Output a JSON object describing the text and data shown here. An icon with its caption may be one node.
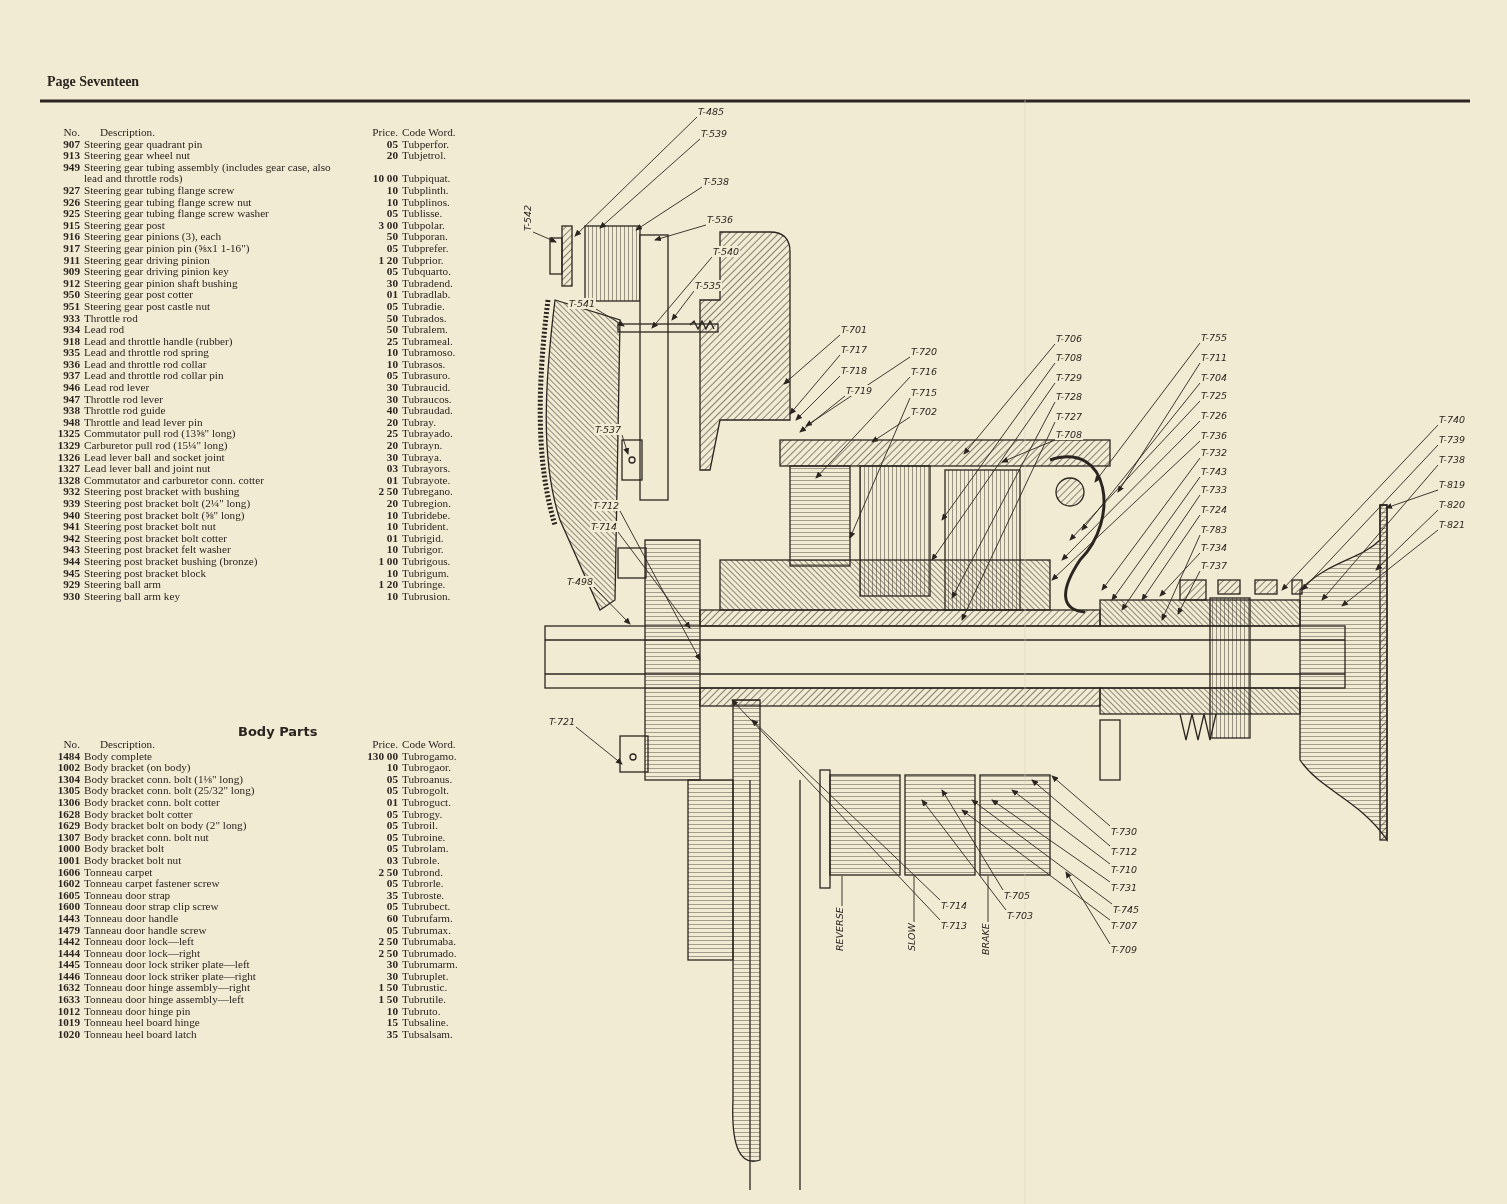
{
  "diagram": {
    "nodes": [
      {
        "text": [
          "T-485"
        ]
      },
      {
        "text": [
          "T-539"
        ]
      },
      {
        "text": [
          "T-538"
        ]
      },
      {
        "text": [
          "T-542"
        ]
      },
      {
        "text": [
          "T-536"
        ]
      },
      {
        "text": [
          "T-540"
        ]
      },
      {
        "text": [
          "T-541"
        ]
      },
      {
        "text": [
          "T-535"
        ]
      },
      {
        "text": [
          "T-701"
        ]
      },
      {
        "text": [
          "T-717"
        ]
      },
      {
        "text": [
          "T-718"
        ]
      },
      {
        "text": [
          "T-720"
        ]
      },
      {
        "text": [
          "T-716"
        ]
      },
      {
        "text": [
          "T-719"
        ]
      },
      {
        "text": [
          "T-715"
        ]
      },
      {
        "text": [
          "T-702"
        ]
      },
      {
        "text": [
          "T-537"
        ]
      },
      {
        "text": [
          "T-712"
        ]
      },
      {
        "text": [
          "T-714"
        ]
      },
      {
        "text": [
          "T-498"
        ]
      },
      {
        "text": [
          "T-706"
        ]
      },
      {
        "text": [
          "T-708"
        ]
      },
      {
        "text": [
          "T-729"
        ]
      },
      {
        "text": [
          "T-728"
        ]
      },
      {
        "text": [
          "T-727"
        ]
      },
      {
        "text": [
          "T-708"
        ]
      },
      {
        "text": [
          "T-755"
        ]
      },
      {
        "text": [
          "T-711"
        ]
      },
      {
        "text": [
          "T-704"
        ]
      },
      {
        "text": [
          "T-725"
        ]
      },
      {
        "text": [
          "T-726"
        ]
      },
      {
        "text": [
          "T-736"
        ]
      },
      {
        "text": [
          "T-732"
        ]
      },
      {
        "text": [
          "T-743"
        ]
      },
      {
        "text": [
          "T-733"
        ]
      },
      {
        "text": [
          "T-724"
        ]
      },
      {
        "text": [
          "T-783"
        ]
      },
      {
        "text": [
          "T-734"
        ]
      },
      {
        "text": [
          "T-737"
        ]
      },
      {
        "text": [
          "T-740"
        ]
      },
      {
        "text": [
          "T-739"
        ]
      },
      {
        "text": [
          "T-738"
        ]
      },
      {
        "text": [
          "T-819"
        ]
      },
      {
        "text": [
          "T-820"
        ]
      },
      {
        "text": [
          "T-821"
        ]
      },
      {
        "text": [
          "T-721"
        ]
      },
      {
        "text": [
          "T-730"
        ]
      },
      {
        "text": [
          "T-712"
        ]
      },
      {
        "text": [
          "T-710"
        ]
      },
      {
        "text": [
          "T-731"
        ]
      },
      {
        "text": [
          "T-745"
        ]
      },
      {
        "text": [
          "T-707"
        ]
      },
      {
        "text": [
          "T-709"
        ]
      },
      {
        "text": [
          "T-705"
        ]
      },
      {
        "text": [
          "T-703"
        ]
      },
      {
        "text": [
          "T-714"
        ]
      },
      {
        "text": [
          "T-713"
        ]
      },
      {
        "text": [
          "REVERSE"
        ]
      },
      {
        "text": [
          "SLOW"
        ]
      },
      {
        "text": [
          "BRAKE"
        ]
      }
    ],
    "edges": [
      {
        "from": 0,
        "to": null,
        "arrow": "to"
      },
      {
        "from": 1,
        "to": null,
        "arrow": "to"
      },
      {
        "from": 2,
        "to": null,
        "arrow": "to"
      },
      {
        "from": 3,
        "to": null,
        "arrow": "to"
      },
      {
        "from": 4,
        "to": null,
        "arrow": "to"
      },
      {
        "from": 5,
        "to": null,
        "arrow": "to"
      },
      {
        "from": 6,
        "to": null,
        "arrow": "to"
      },
      {
        "from": 7,
        "to": null,
        "arrow": "to"
      },
      {
        "from": 8,
        "to": null,
        "arrow": "to"
      },
      {
        "from": 9,
        "to": null,
        "arrow": "to"
      },
      {
        "from": 10,
        "to": null,
        "arrow": "to"
      },
      {
        "from": 11,
        "to": null,
        "arrow": "to"
      },
      {
        "from": 12,
        "to": null,
        "arrow": "to"
      },
      {
        "from": 13,
        "to": null,
        "arrow": "to"
      },
      {
        "from": 14,
        "to": null,
        "arrow": "to"
      },
      {
        "from": 15,
        "to": null,
        "arrow": "to"
      },
      {
        "from": 16,
        "to": null,
        "arrow": "to"
      },
      {
        "from": 17,
        "to": null,
        "arrow": "to"
      },
      {
        "from": 18,
        "to": null,
        "arrow": "to"
      },
      {
        "from": 19,
        "to": null,
        "arrow": "to"
      },
      {
        "from": 20,
        "to": null,
        "arrow": "to"
      },
      {
        "from": 21,
        "to": null,
        "arrow": "to"
      },
      {
        "from": 22,
        "to": null,
        "arrow": "to"
      },
      {
        "from": 23,
        "to": null,
        "arrow": "to"
      },
      {
        "from": 24,
        "to": null,
        "arrow": "to"
      },
      {
        "from": 25,
        "to": null,
        "arrow": "to"
      },
      {
        "from": 26,
        "to": null,
        "arrow": "to"
      },
      {
        "from": 27,
        "to": null,
        "arrow": "to"
      },
      {
        "from": 28,
        "to": null,
        "arrow": "to"
      },
      {
        "from": 29,
        "to": null,
        "arrow": "to"
      },
      {
        "from": 30,
        "to": null,
        "arrow": "to"
      },
      {
        "from": 31,
        "to": null,
        "arrow": "to"
      },
      {
        "from": 32,
        "to": null,
        "arrow": "to"
      },
      {
        "from": 33,
        "to": null,
        "arrow": "to"
      },
      {
        "from": 34,
        "to": null,
        "arrow": "to"
      },
      {
        "from": 35,
        "to": null,
        "arrow": "to"
      },
      {
        "from": 36,
        "to": null,
        "arrow": "to"
      },
      {
        "from": 37,
        "to": null,
        "arrow": "to"
      },
      {
        "from": 38,
        "to": null,
        "arrow": "to"
      },
      {
        "from": 39,
        "to": null,
        "arrow": "to"
      },
      {
        "from": 40,
        "to": null,
        "arrow": "to"
      },
      {
        "from": 41,
        "to": null,
        "arrow": "to"
      },
      {
        "from": 42,
        "to": null,
        "arrow": "to"
      },
      {
        "from": 43,
        "to": null,
        "arrow": "to"
      },
      {
        "from": 44,
        "to": null,
        "arrow": "to"
      },
      {
        "from": 45,
        "to": null,
        "arrow": "to"
      },
      {
        "from": 46,
        "to": null,
        "arrow": "to"
      },
      {
        "from": 47,
        "to": null,
        "arrow": "to"
      },
      {
        "from": 48,
        "to": null,
        "arrow": "to"
      },
      {
        "from": 49,
        "to": null,
        "arrow": "to"
      },
      {
        "from": 50,
        "to": null,
        "arrow": "to"
      },
      {
        "from": 51,
        "to": null,
        "arrow": "to"
      },
      {
        "from": 52,
        "to": null,
        "arrow": "to"
      },
      {
        "from": 53,
        "to": null,
        "arrow": "to"
      },
      {
        "from": 54,
        "to": null,
        "arrow": "to"
      },
      {
        "from": 55,
        "to": null,
        "arrow": "to"
      },
      {
        "from": 56,
        "to": null,
        "arrow": "to"
      },
      {
        "from": 57,
        "to": null,
        "arrow": "none"
      },
      {
        "from": 58,
        "to": null,
        "arrow": "none"
      },
      {
        "from": 59,
        "to": null,
        "arrow": "none"
      }
    ],
    "labels": [
      "Page Seventeen",
      "No.",
      "Description.",
      "Price.",
      "Code Word.",
      "907",
      "Steering gear quadrant pin",
      "05",
      "Tubperfor.",
      "913",
      "Steering gear wheel nut",
      "20",
      "Tubjetrol.",
      "949",
      "Steering gear tubing assembly (includes gear case, also lead and throttle rods)",
      "10 00",
      "Tubpiquat.",
      "927",
      "Steering gear tubing flange screw",
      "10",
      "Tubplinth.",
      "926",
      "Steering gear tubing flange screw nut",
      "10",
      "Tubplinos.",
      "925",
      "Steering gear tubing flange screw washer",
      "05",
      "Tublisse.",
      "915",
      "Steering gear post",
      "3 00",
      "Tubpolar.",
      "916",
      "Steering gear pinions (3), each",
      "50",
      "Tubporan.",
      "917",
      "Steering gear pinion pin (⅝x1 1-16\")",
      "05",
      "Tubprefer.",
      "911",
      "Steering gear driving pinion",
      "1 20",
      "Tubprior.",
      "909",
      "Steering gear driving pinion key",
      "05",
      "Tubquarto.",
      "912",
      "Steering gear pinion shaft bushing",
      "30",
      "Tubradend.",
      "950",
      "Steering gear post cotter",
      "01",
      "Tubradlab.",
      "951",
      "Steering gear post castle nut",
      "05",
      "Tubradie.",
      "933",
      "Throttle rod",
      "50",
      "Tubrados.",
      "934",
      "Lead rod",
      "50",
      "Tubralem.",
      "918",
      "Lead and throttle handle (rubber)",
      "25",
      "Tubrameal.",
      "935",
      "Lead and throttle rod spring",
      "10",
      "Tubramoso.",
      "936",
      "Lead and throttle rod collar",
      "10",
      "Tubrasos.",
      "937",
      "Lead and throttle rod collar pin",
      "05",
      "Tubrasuro.",
      "946",
      "Lead rod lever",
      "30",
      "Tubraucid.",
      "947",
      "Throttle rod lever",
      "30",
      "Tubraucos.",
      "938",
      "Throttle rod guide",
      "40",
      "Tubraudad.",
      "948",
      "Throttle and lead lever pin",
      "20",
      "Tubray.",
      "1325",
      "Commutator pull rod (13⅝\" long)",
      "25",
      "Tubrayado.",
      "1329",
      "Carburetor pull rod (15¼\" long)",
      "20",
      "Tubrayn.",
      "1326",
      "Lead lever ball and socket joint",
      "30",
      "Tubraya.",
      "1327",
      "Lead lever ball and joint nut",
      "03",
      "Tubrayors.",
      "1328",
      "Commutator and carburetor conn. cotter",
      "01",
      "Tubrayote.",
      "932",
      "Steering post bracket with bushing",
      "2 50",
      "Tubregano.",
      "939",
      "Steering post bracket bolt (2¼\" long)",
      "20",
      "Tubregion.",
      "940",
      "Steering post bracket bolt (⅝\" long)",
      "10",
      "Tubridebe.",
      "941",
      "Steering post bracket bolt nut",
      "10",
      "Tubrident.",
      "942",
      "Steering post bracket bolt cotter",
      "01",
      "Tubrigid.",
      "943",
      "Steering post bracket felt washer",
      "10",
      "Tubrigor.",
      "944",
      "Steering post bracket bushing (bronze)",
      "1 00",
      "Tubrigous.",
      "945",
      "Steering post bracket block",
      "10",
      "Tubrigum.",
      "929",
      "Steering ball arm",
      "1 20",
      "Tubringe.",
      "930",
      "Steering ball arm key",
      "10",
      "Tubrusion.",
      "Body Parts",
      "No.",
      "Description.",
      "Price.",
      "Code Word.",
      "1484",
      "Body complete",
      "130 00",
      "Tubrogamo.",
      "1002",
      "Body bracket (on body)",
      "10",
      "Tubrogaor.",
      "1304",
      "Body bracket conn. bolt (1⅛\" long)",
      "05",
      "Tubroanus.",
      "1305",
      "Body bracket conn. bolt (25/32\" long)",
      "05",
      "Tubrogolt.",
      "1306",
      "Body bracket conn. bolt cotter",
      "01",
      "Tubroguct.",
      "1628",
      "Body bracket bolt cotter",
      "05",
      "Tubrogy.",
      "1629",
      "Body bracket bolt on body (2\" long)",
      "05",
      "Tubroil.",
      "1307",
      "Body bracket conn. bolt nut",
      "05",
      "Tubroine.",
      "1000",
      "Body bracket bolt",
      "05",
      "Tubrolam.",
      "1001",
      "Body bracket bolt nut",
      "03",
      "Tubrole.",
      "1606",
      "Tonneau carpet",
      "2 50",
      "Tubrond.",
      "1602",
      "Tonneau carpet fastener screw",
      "05",
      "Tubrorle.",
      "1605",
      "Tonneau door strap",
      "35",
      "Tubroste.",
      "1600",
      "Tonneau door strap clip screw",
      "05",
      "Tubrubect.",
      "1443",
      "Tonneau door handle",
      "60",
      "Tubrufarm.",
      "1479",
      "Tanneau door handle screw",
      "05",
      "Tubrumax.",
      "1442",
      "Tonneau door lock—left",
      "2 50",
      "Tubrumaba.",
      "1444",
      "Tonneau door lock—right",
      "2 50",
      "Tubrumado.",
      "1445",
      "Tonneau door lock striker plate—left",
      "30",
      "Tubrumarm.",
      "1446",
      "Tonneau door lock striker plate—right",
      "30",
      "Tubruplet.",
      "1632",
      "Tonneau door hinge assembly—right",
      "1 50",
      "Tubrustic.",
      "1633",
      "Tonneau door hinge assembly—left",
      "1 50",
      "Tubrutile.",
      "1012",
      "Tonneau door hinge pin",
      "10",
      "Tubruto.",
      "1019",
      "Tonneau heel board hinge",
      "15",
      "Tubsaline.",
      "1020",
      "Tonneau heel board latch",
      "35",
      "Tubsalsam."
    ]
  }
}
